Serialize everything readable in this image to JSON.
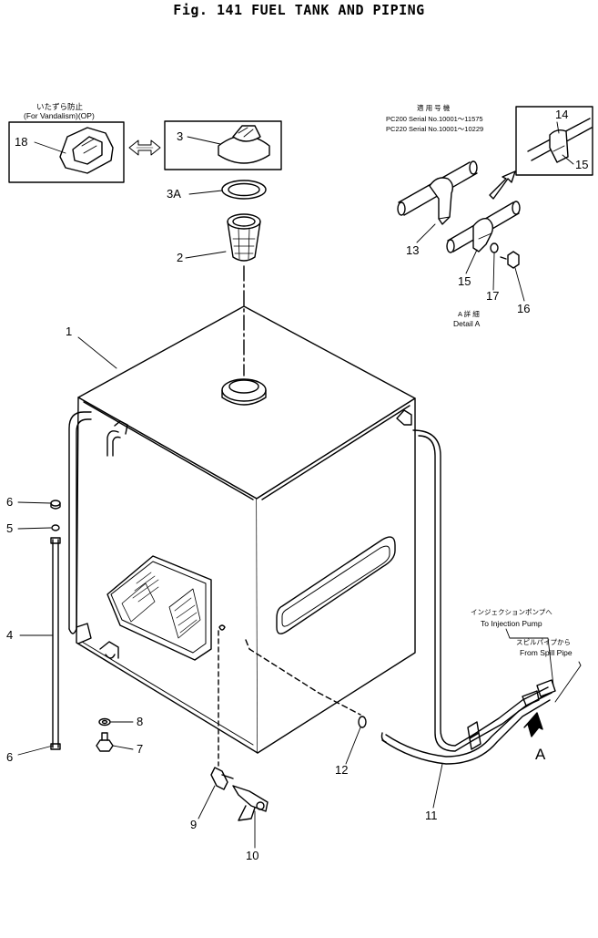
{
  "title": "Fig. 141   FUEL TANK AND PIPING",
  "vandalism_box": {
    "jp": "いたずら防止",
    "en": "(For Vandalism)(OP)"
  },
  "serial": {
    "jp": "適 用 号 機",
    "line1": "PC200 Serial No.10001～11575",
    "line2": "PC220 Serial No.10001～10229"
  },
  "detail": {
    "jp": "A 詳 細",
    "en": "Detail A"
  },
  "injection": {
    "jp": "インジェクションポンプへ",
    "en": "To Injection Pump"
  },
  "spill": {
    "jp": "スピルパイプから",
    "en": "From Spill Pipe"
  },
  "view_a": "A",
  "callouts": {
    "c1": "1",
    "c2": "2",
    "c3": "3",
    "c3a": "3A",
    "c4": "4",
    "c5": "5",
    "c6a": "6",
    "c6b": "6",
    "c7": "7",
    "c8": "8",
    "c9": "9",
    "c10": "10",
    "c11": "11",
    "c12": "12",
    "c13": "13",
    "c14": "14",
    "c15a": "15",
    "c15b": "15",
    "c16": "16",
    "c17": "17",
    "c18": "18"
  }
}
